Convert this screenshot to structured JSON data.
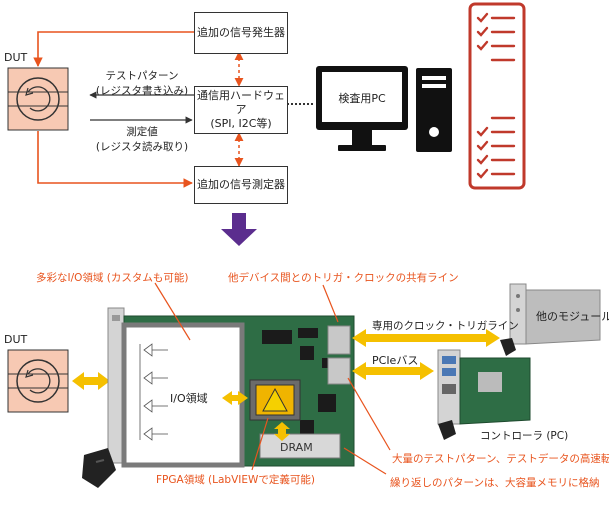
{
  "top": {
    "dut_label": "DUT",
    "signal_generator": "追加の信号発生器",
    "comm_hw_line1": "通信用ハードウェア",
    "comm_hw_line2": "(SPI, I2C等)",
    "signal_measurement": "追加の信号測定器",
    "pc_label": "検査用PC",
    "test_pattern_line1": "テストパターン",
    "test_pattern_line2": "(レジスタ書き込み)",
    "measured_line1": "測定値",
    "measured_line2": "(レジスタ読み取り)"
  },
  "bottom": {
    "dut_label": "DUT",
    "io_area_callout": "多彩なI/O領域 (カスタムも可能)",
    "trigger_callout": "他デバイス間とのトリガ・クロックの共有ライン",
    "dedicated_trigger": "専用のクロック・トリガライン",
    "other_module": "他のモジュール",
    "pcie_bus": "PCIeバス",
    "controller": "コントローラ (PC)",
    "io_area": "I/O領域",
    "dram": "DRAM",
    "fpga_callout": "FPGA領域 (LabVIEWで定義可能)",
    "transfer_callout": "大量のテストパターン、テストデータの高速転送",
    "storage_callout": "繰り返しのパターンは、大容量メモリに格納"
  },
  "colors": {
    "accent": "#e8541e",
    "arrow_yellow": "#f5c000",
    "checklist_red": "#c0392b",
    "transition_purple": "#5b2d8e",
    "dut_fill": "#f7c9b3"
  }
}
